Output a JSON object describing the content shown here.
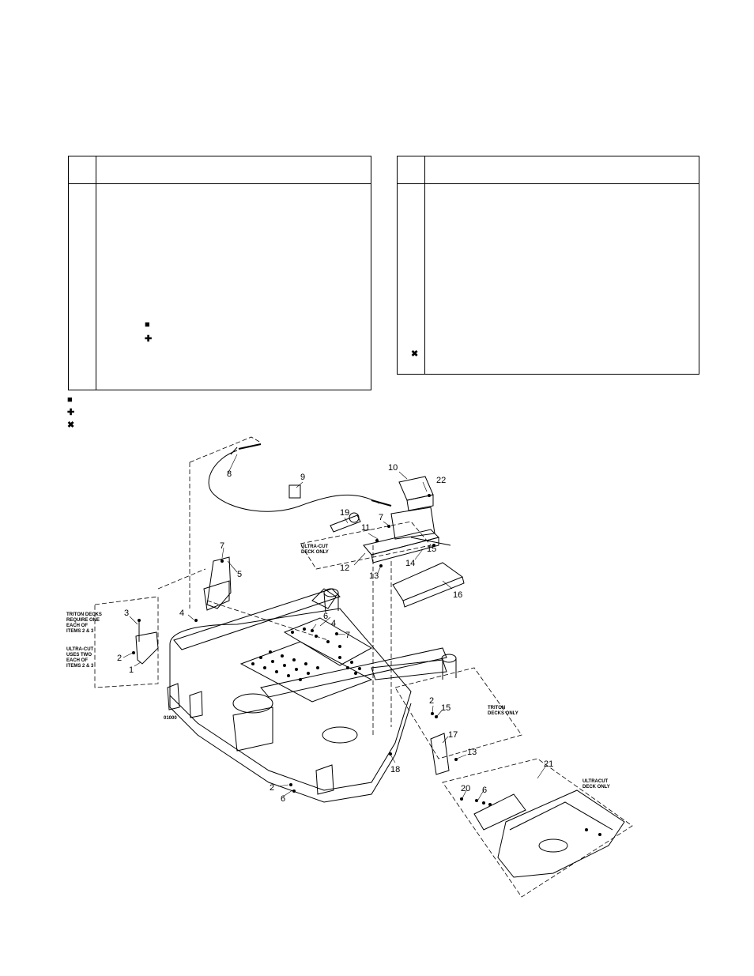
{
  "legend": {
    "square": "■",
    "plus": "✚",
    "cross": "✖"
  },
  "figure": {
    "callouts": [
      "1",
      "2",
      "3",
      "4",
      "5",
      "6",
      "7",
      "8",
      "9",
      "10",
      "11",
      "12",
      "13",
      "14",
      "15",
      "16",
      "17",
      "18",
      "19",
      "20",
      "21",
      "22"
    ],
    "notes": {
      "triton_require": [
        "TRITON DECKS",
        "REQUIRE ONE",
        "EACH OF",
        "ITEMS 2 & 3"
      ],
      "ultracut_uses": [
        "ULTRA-CUT",
        "USES TWO",
        "EACH OF",
        "ITEMS 2 & 3"
      ],
      "ultracut_deck_only_a": [
        "ULTRA-CUT",
        "DECK ONLY"
      ],
      "triton_decks_only": [
        "TRITON",
        "DECKS ONLY"
      ],
      "ultracut_deck_only_b": [
        "ULTRACUT",
        "DECK ONLY"
      ],
      "drawing_number": "01000"
    }
  }
}
